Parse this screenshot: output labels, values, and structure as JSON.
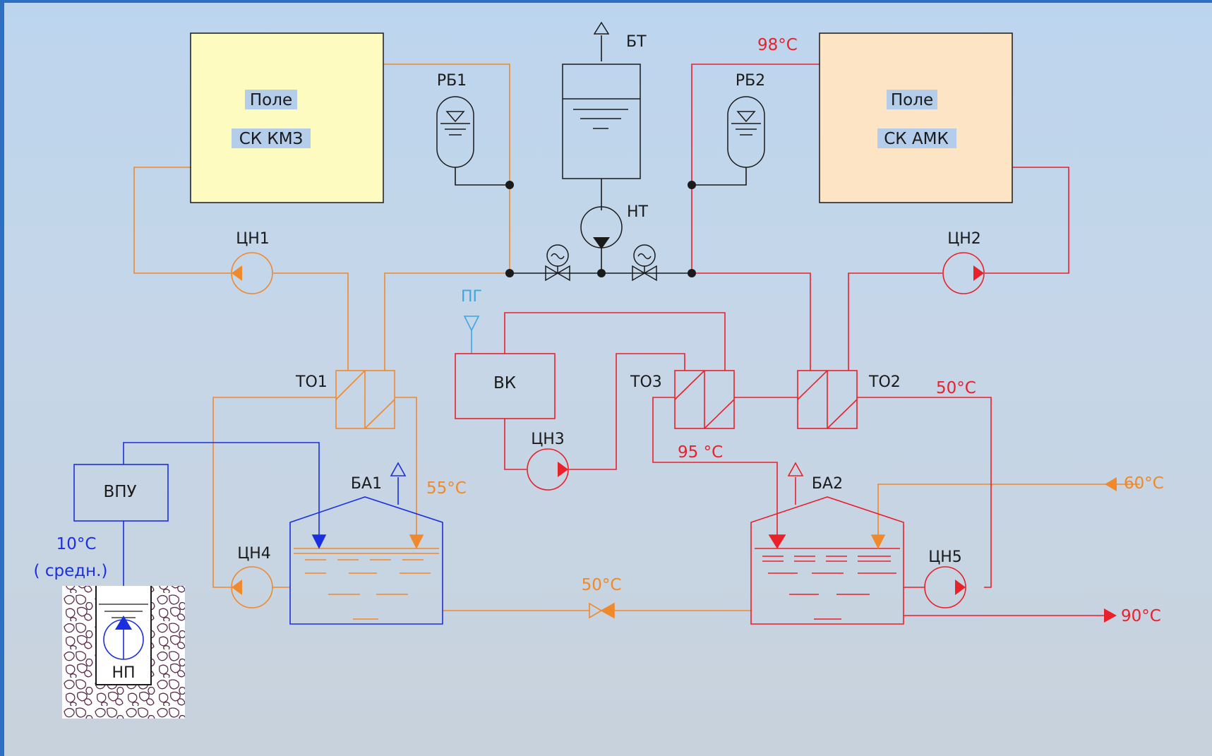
{
  "colors": {
    "orange": "#f0892b",
    "red": "#e8212b",
    "blue": "#1a2fe0",
    "cyan": "#3aa7e0",
    "black": "#1a1a1a",
    "field_left_fill": "#fdfbc0",
    "field_right_fill": "#fde4c4",
    "label_highlight": "#b4cdea",
    "rock": "#5a2a48"
  },
  "labels": {
    "field_left_line1": "Поле",
    "field_left_line2": "СК  КМЗ",
    "field_right_line1": "Поле",
    "field_right_line2": "СК  АМК",
    "bt": "БТ",
    "nt": "НТ",
    "rb1": "РБ1",
    "rb2": "РБ2",
    "cn1": "ЦН1",
    "cn2": "ЦН2",
    "cn3": "ЦН3",
    "cn4": "ЦН4",
    "cn5": "ЦН5",
    "to1": "ТО1",
    "to2": "ТО2",
    "to3": "ТО3",
    "vk": "ВК",
    "pg": "ПГ",
    "vpu": "ВПУ",
    "ba1": "БА1",
    "ba2": "БА2",
    "np": "НП",
    "cold_water_temp": "10°С",
    "cold_water_note": "( средн.)",
    "temp_98": "98°С",
    "temp_55": "55°С",
    "temp_95": "95 °С",
    "temp_50_top": "50°С",
    "temp_50_bottom": "50°С",
    "temp_60": "60°С",
    "temp_90": "90°С"
  },
  "icons": {
    "pump": "circulation-pump-icon",
    "valve": "gate-valve-icon",
    "vent": "vent-arrow-icon",
    "drive": "motor-drive-icon"
  }
}
